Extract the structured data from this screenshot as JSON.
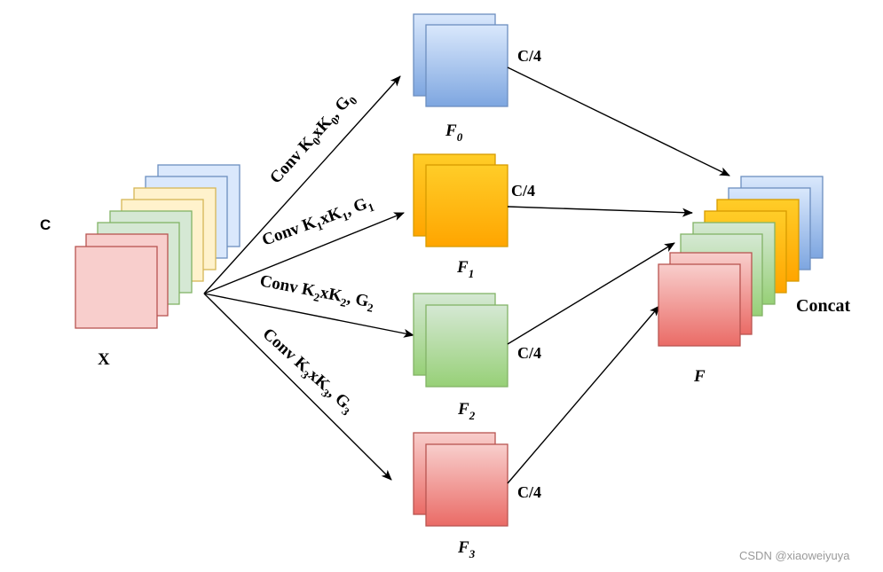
{
  "colors": {
    "blue": {
      "top": "#dae8fc",
      "bottom": "#7ea6e0",
      "stroke": "#6c8ebf"
    },
    "yellow_light": {
      "top": "#fff2cc",
      "bottom": "#fff2cc",
      "stroke": "#d6b656"
    },
    "orange": {
      "top": "#ffcd28",
      "bottom": "#ffa500",
      "stroke": "#d79b00"
    },
    "green": {
      "top": "#d5e8d4",
      "bottom": "#97d077",
      "stroke": "#82b366"
    },
    "red": {
      "top": "#f8cecc",
      "bottom": "#ea6b66",
      "stroke": "#b85450"
    },
    "pink_flat": {
      "top": "#f8cecc",
      "bottom": "#f8cecc",
      "stroke": "#b85450"
    }
  },
  "input": {
    "channel_label": "C",
    "name": "X"
  },
  "branches": [
    {
      "conv": "Conv ",
      "k": "K",
      "ksub": "0",
      "x": "x",
      "k2": "K",
      "k2sub": "0",
      "g": ", G",
      "gsub": "0",
      "feature": "F",
      "feature_sub": "0",
      "channels": "C/4",
      "color": "blue"
    },
    {
      "conv": "Conv ",
      "k": "K",
      "ksub": "1",
      "x": "x",
      "k2": "K",
      "k2sub": "1",
      "g": ", G",
      "gsub": "1",
      "feature": "F",
      "feature_sub": "1",
      "channels": "C/4",
      "color": "orange"
    },
    {
      "conv": "Conv ",
      "k": "K",
      "ksub": "2",
      "x": "x",
      "k2": "K",
      "k2sub": "2",
      "g": ", G",
      "gsub": "2",
      "feature": "F",
      "feature_sub": "2",
      "channels": "C/4",
      "color": "green"
    },
    {
      "conv": "Conv ",
      "k": "K",
      "ksub": "3",
      "x": "x",
      "k2": "K",
      "k2sub": "3",
      "g": ", G",
      "gsub": "3",
      "feature": "F",
      "feature_sub": "3",
      "channels": "C/4",
      "color": "red"
    }
  ],
  "output": {
    "name": "F",
    "label": "Concat"
  },
  "watermark": "CSDN @xiaoweiyuya"
}
